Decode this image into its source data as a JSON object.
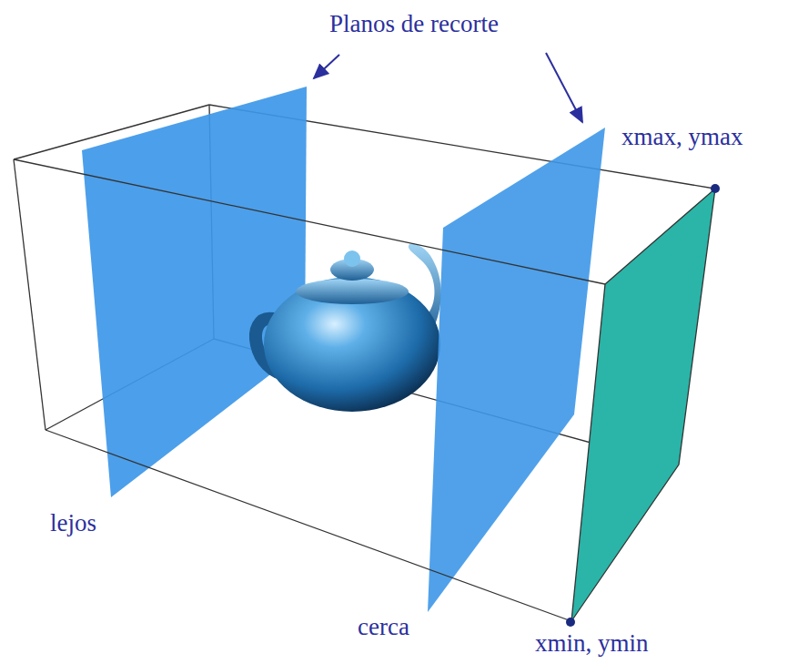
{
  "diagram": {
    "labels": [
      "Planos de recorte",
      "lejos",
      "cerca",
      "xmax, ymax",
      "xmin, ymin"
    ]
  }
}
